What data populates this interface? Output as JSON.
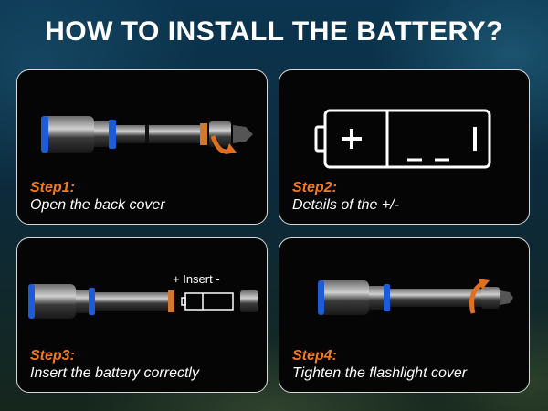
{
  "title": "HOW TO INSTALL THE BATTERY?",
  "colors": {
    "accent_orange": "#f07a1e",
    "card_bg": "#050505",
    "card_border": "#d8d8d8",
    "ring_blue": "#1e5bd6"
  },
  "steps": [
    {
      "title": "Step1:",
      "description": "Open the back cover",
      "icon": "flashlight-open-cover-icon"
    },
    {
      "title": "Step2:",
      "description": "Details of the +/-",
      "icon": "battery-polarity-icon"
    },
    {
      "title": "Step3:",
      "description": "Insert the battery correctly",
      "icon": "flashlight-insert-battery-icon",
      "insert_label": "+ Insert -"
    },
    {
      "title": "Step4:",
      "description": "Tighten the flashlight cover",
      "icon": "flashlight-tighten-cover-icon"
    }
  ]
}
